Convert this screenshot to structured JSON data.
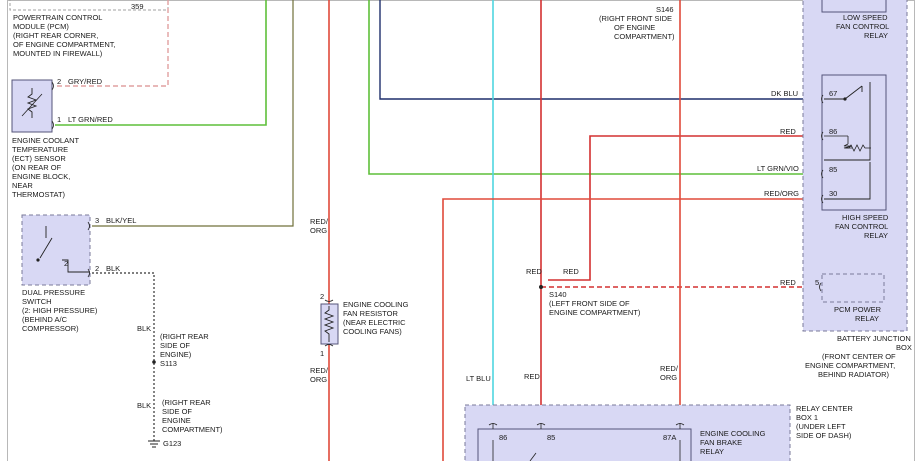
{
  "colors": {
    "green": "#5fbf3a",
    "pink": "#e0a0a0",
    "olive": "#70703a",
    "dk_blu": "#1e2f6b",
    "red": "#d33030",
    "orange_red": "#e04a3a",
    "lt_blu": "#4fd6e0",
    "black": "#333333",
    "component_fill": "#d8d8f4"
  },
  "labels": {
    "pcm_num": "359",
    "pcm": [
      "POWERTRAIN CONTROL",
      "MODULE (PCM)",
      "(RIGHT REAR CORNER,",
      "OF ENGINE COMPARTMENT,",
      "MOUNTED IN FIREWALL)"
    ],
    "pin2": "2",
    "pin1": "1",
    "pin3": "3",
    "pin2b": "2",
    "gry_red": "GRY/RED",
    "lt_grn_red": "LT GRN/RED",
    "ect": [
      "ENGINE COOLANT",
      "TEMPERATURE",
      "(ECT) SENSOR",
      "(ON REAR OF",
      "ENGINE BLOCK,",
      "NEAR",
      "THERMOSTAT)"
    ],
    "blk_yel": "BLK/YEL",
    "blk": "BLK",
    "dps": [
      "DUAL PRESSURE",
      "SWITCH",
      "(2: HIGH PRESSURE)",
      "(BEHIND A/C",
      "COMPRESSOR)"
    ],
    "blk2": "BLK",
    "rr_engine": [
      "(RIGHT REAR",
      "SIDE OF",
      "ENGINE)"
    ],
    "s113": "S113",
    "blk3": "BLK",
    "rr_compartment": [
      "(RIGHT REAR",
      "SIDE OF",
      "ENGINE",
      "COMPARTMENT)"
    ],
    "g123": "G123",
    "red_org_1": [
      "RED/",
      "ORG"
    ],
    "res_pin2": "2",
    "res_pin1": "1",
    "resistor": [
      "ENGINE COOLING",
      "FAN RESISTOR",
      "(NEAR ELECTRIC",
      "COOLING FANS)"
    ],
    "red_org_2": [
      "RED/",
      "ORG"
    ],
    "s146": "S146",
    "s146_desc": [
      "(RIGHT FRONT SIDE",
      "OF ENGINE",
      "COMPARTMENT)"
    ],
    "red_a": "RED",
    "red_b": "RED",
    "s140": "S140",
    "s140_desc": [
      "(LEFT FRONT SIDE OF",
      "ENGINE COMPARTMENT)"
    ],
    "lt_blu": "LT BLU",
    "red_c": "RED",
    "red_org_3": [
      "RED/",
      "ORG"
    ],
    "dk_blu": "DK BLU",
    "red_d": "RED",
    "lt_grn_vio": "LT GRN/VIO",
    "red_org_4": "RED/ORG",
    "red_e": "RED",
    "pin67": "67",
    "pin86": "86",
    "pin85": "85",
    "pin30": "30",
    "pin5": "5",
    "low_speed": [
      "LOW SPEED",
      "FAN CONTROL",
      "RELAY"
    ],
    "high_speed": [
      "HIGH SPEED",
      "FAN CONTROL",
      "RELAY"
    ],
    "pcm_power": [
      "PCM POWER",
      "RELAY"
    ],
    "bjb": [
      "BATTERY JUNCTION",
      "BOX",
      "(FRONT CENTER OF",
      "ENGINE COMPARTMENT,",
      "BEHIND RADIATOR)"
    ],
    "rcb": [
      "RELAY CENTER",
      "BOX 1",
      "(UNDER LEFT",
      "SIDE OF DASH)"
    ],
    "brake_relay": [
      "ENGINE COOLING",
      "FAN BRAKE",
      "RELAY"
    ],
    "pin86b": "86",
    "pin85b": "85",
    "pin87a": "87A"
  }
}
